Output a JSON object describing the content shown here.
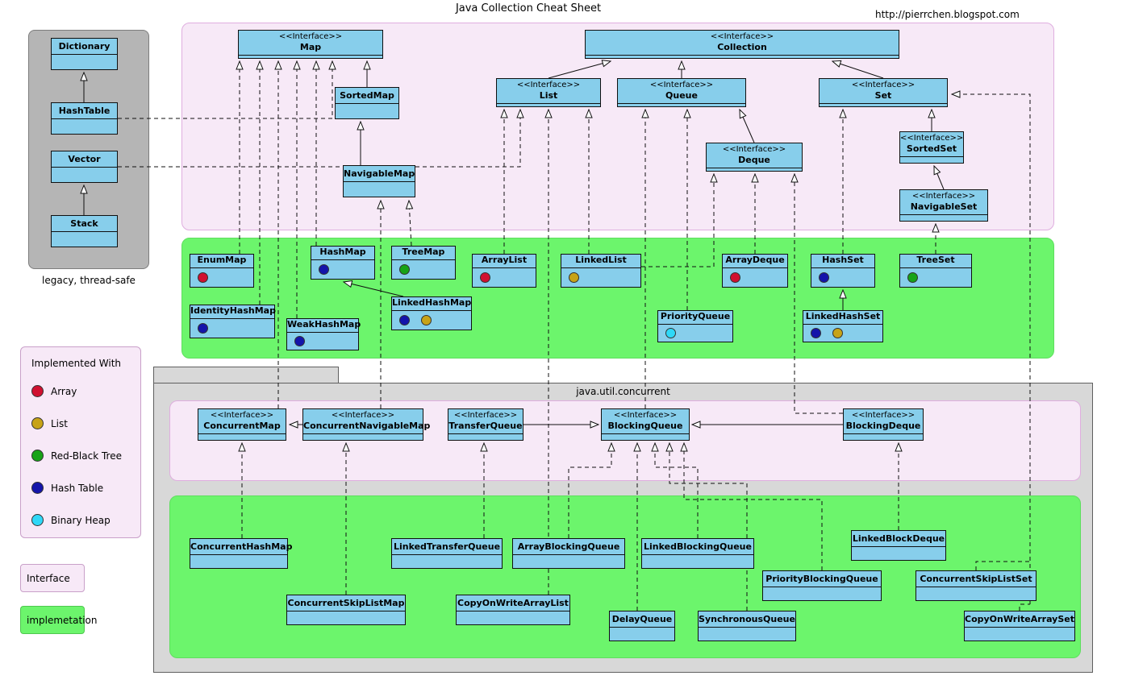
{
  "header": {
    "title": "Java Collection Cheat Sheet",
    "url": "http://pierrchen.blogspot.com"
  },
  "stereotype": "<<Interface>>",
  "legacy": {
    "caption": "legacy, thread-safe",
    "classes": {
      "dictionary": "Dictionary",
      "hashtable": "HashTable",
      "vector": "Vector",
      "stack": "Stack"
    }
  },
  "interfaces": {
    "map": "Map",
    "collection": "Collection",
    "list": "List",
    "queue": "Queue",
    "set": "Set",
    "sortedmap": "SortedMap",
    "navigablemap": "NavigableMap",
    "deque": "Deque",
    "sortedset": "SortedSet",
    "navigableset": "NavigableSet"
  },
  "implementations": {
    "enummap": {
      "name": "EnumMap",
      "impl_with": [
        "Array"
      ],
      "dot_colors": [
        "#d01030"
      ]
    },
    "identityhashmap": {
      "name": "IdentityHashMap",
      "impl_with": [
        "Hash Table"
      ],
      "dot_colors": [
        "#1414aa"
      ]
    },
    "hashmap": {
      "name": "HashMap",
      "impl_with": [
        "Hash Table"
      ],
      "dot_colors": [
        "#1414aa"
      ]
    },
    "weakhashmap": {
      "name": "WeakHashMap",
      "impl_with": [
        "Hash Table"
      ],
      "dot_colors": [
        "#1414aa"
      ]
    },
    "treemap": {
      "name": "TreeMap",
      "impl_with": [
        "Red-Black Tree"
      ],
      "dot_colors": [
        "#17a317"
      ]
    },
    "linkedhashmap": {
      "name": "LinkedHashMap",
      "impl_with": [
        "Hash Table",
        "List"
      ],
      "dot_colors": [
        "#1414aa",
        "#c7a317"
      ]
    },
    "arraylist": {
      "name": "ArrayList",
      "impl_with": [
        "Array"
      ],
      "dot_colors": [
        "#d01030"
      ]
    },
    "linkedlist": {
      "name": "LinkedList",
      "impl_with": [
        "List"
      ],
      "dot_colors": [
        "#c7a317"
      ]
    },
    "arraydeque": {
      "name": "ArrayDeque",
      "impl_with": [
        "Array"
      ],
      "dot_colors": [
        "#d01030"
      ]
    },
    "priorityqueue": {
      "name": "PriorityQueue",
      "impl_with": [
        "Binary Heap"
      ],
      "dot_colors": [
        "#2fd8f7"
      ]
    },
    "hashset": {
      "name": "HashSet",
      "impl_with": [
        "Hash Table"
      ],
      "dot_colors": [
        "#1414aa"
      ]
    },
    "linkedhashset": {
      "name": "LinkedHashSet",
      "impl_with": [
        "Hash Table",
        "List"
      ],
      "dot_colors": [
        "#1414aa",
        "#c7a317"
      ]
    },
    "treeset": {
      "name": "TreeSet",
      "impl_with": [
        "Red-Black Tree"
      ],
      "dot_colors": [
        "#17a317"
      ]
    }
  },
  "concurrent": {
    "package_label": "java.util.concurrent",
    "interfaces": {
      "concurrentmap": "ConcurrentMap",
      "concurrentnavigablemap": "ConcurrentNavigableMap",
      "transferqueue": "TransferQueue",
      "blockingqueue": "BlockingQueue",
      "blockingdeque": "BlockingDeque"
    },
    "implementations": {
      "concurrenthashmap": "ConcurrentHashMap",
      "concurrentskiplistmap": "ConcurrentSkipListMap",
      "linkedtransferqueue": "LinkedTransferQueue",
      "copyonwritearraylist": "CopyOnWriteArrayList",
      "arrayblockingqueue": "ArrayBlockingQueue",
      "delayqueue": "DelayQueue",
      "linkedblockingqueue": "LinkedBlockingQueue",
      "synchronousqueue": "SynchronousQueue",
      "priorityblockingqueue": "PriorityBlockingQueue",
      "linkedblockdeque": "LinkedBlockDeque",
      "concurrentskiplistset": "ConcurrentSkipListSet",
      "copyonwritearrayset": "CopyOnWriteArraySet"
    }
  },
  "legend": {
    "title": "Implemented With",
    "items": [
      {
        "label": "Array",
        "color": "#d01030"
      },
      {
        "label": "List",
        "color": "#c7a317"
      },
      {
        "label": "Red-Black Tree",
        "color": "#17a317"
      },
      {
        "label": "Hash Table",
        "color": "#1414aa"
      },
      {
        "label": "Binary Heap",
        "color": "#2fd8f7"
      }
    ],
    "interface_label": "Interface",
    "implementation_label": "implemetation"
  },
  "colors": {
    "class_box_fill": "#87ceeb",
    "interface_region_fill": "#f7e9f7",
    "implementation_region_fill": "#6cf56c",
    "legacy_region_fill": "#b5b5b5",
    "concurrent_region_fill": "#d8d8d8"
  }
}
